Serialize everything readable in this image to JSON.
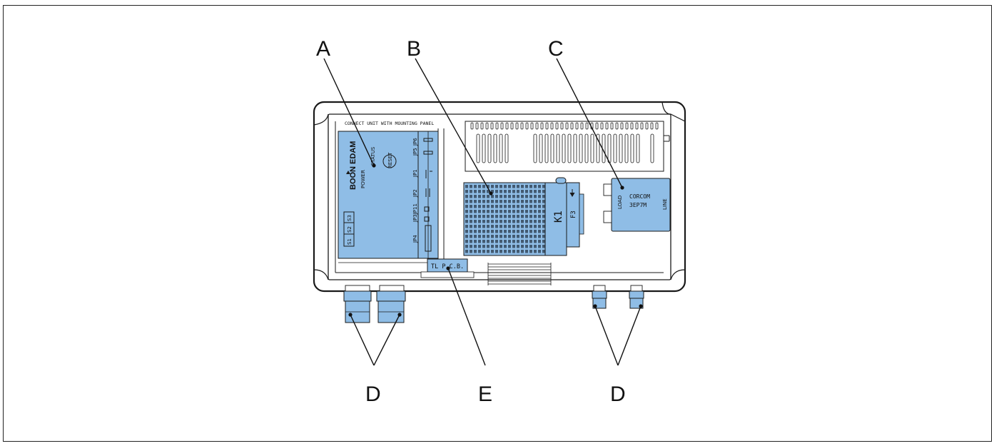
{
  "colors": {
    "component_fill": "#8fbde6",
    "outline": "#1a1a1a",
    "background": "#ffffff"
  },
  "callouts": {
    "A": "A",
    "B": "B",
    "C": "C",
    "D_left": "D",
    "E": "E",
    "D_right": "D"
  },
  "labels": {
    "mounting_note": "CONNECT UNIT WITH MOUNTING PANEL",
    "brand": "BOON EDAM",
    "power": "POWER",
    "status": "STATUS",
    "reset": "RESET",
    "jp6": "JP6",
    "jp5": "JP5",
    "jp1": "JP1",
    "jp2": "JP2",
    "jp3_jp11": "JP3JP11",
    "jp4": "JP4",
    "s1": "S1",
    "s2": "S2",
    "s3": "S3",
    "tl_pcb": "TL P.C.B.",
    "k1": "K1",
    "f3": "F3",
    "load": "LOAD",
    "line": "LINE",
    "filter_brand": "CORCOM",
    "filter_model": "3EP7M"
  }
}
